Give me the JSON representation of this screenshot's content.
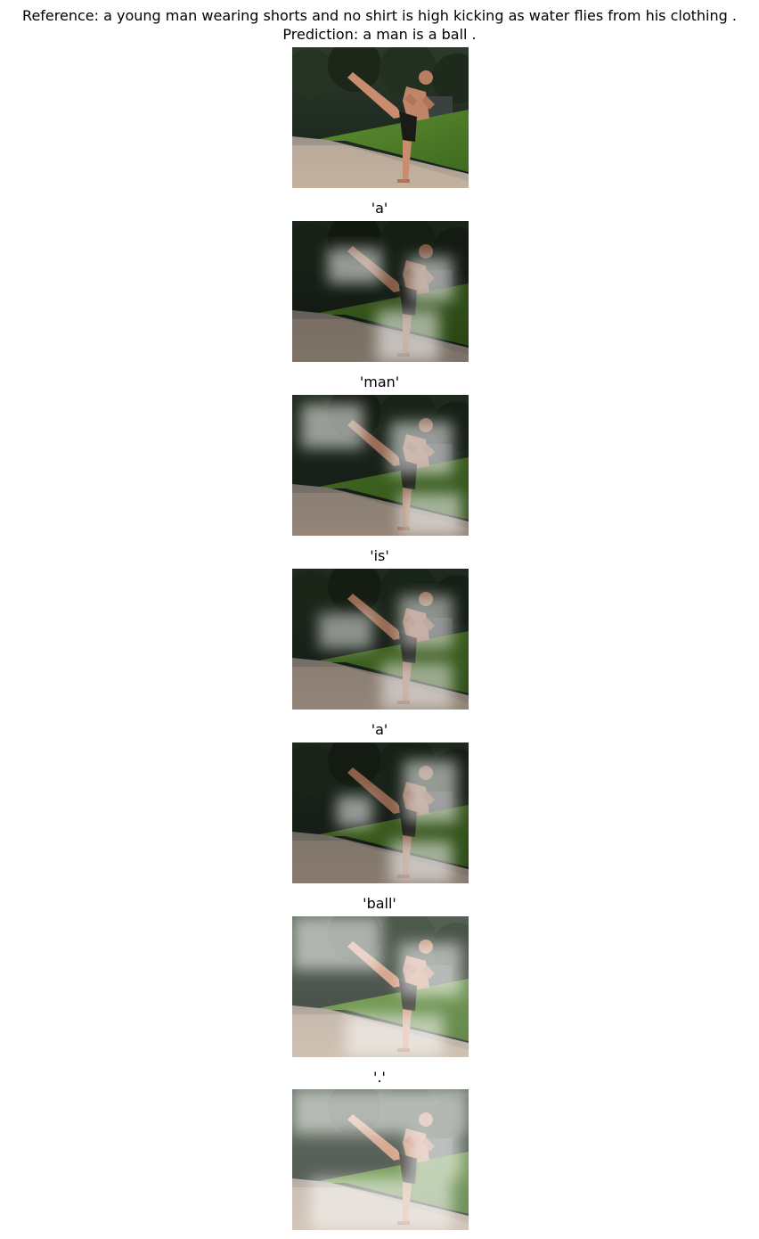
{
  "header": {
    "reference": "Reference: a young man wearing shorts and no shirt is high kicking as water flies from his clothing .",
    "prediction": "Prediction: a man is a ball ."
  },
  "panels": [
    {
      "label": ""
    },
    {
      "label": "'a'"
    },
    {
      "label": "'man'"
    },
    {
      "label": "'is'"
    },
    {
      "label": "'a'"
    },
    {
      "label": "'ball'"
    },
    {
      "label": "'.'"
    }
  ],
  "colors": {
    "trees": "#1f2a1c",
    "grass": "#4d7a2a",
    "road": "#8a8580",
    "skin": "#c98c6e",
    "shorts": "#1a1a16",
    "attention_overlay": "#ffffff"
  }
}
